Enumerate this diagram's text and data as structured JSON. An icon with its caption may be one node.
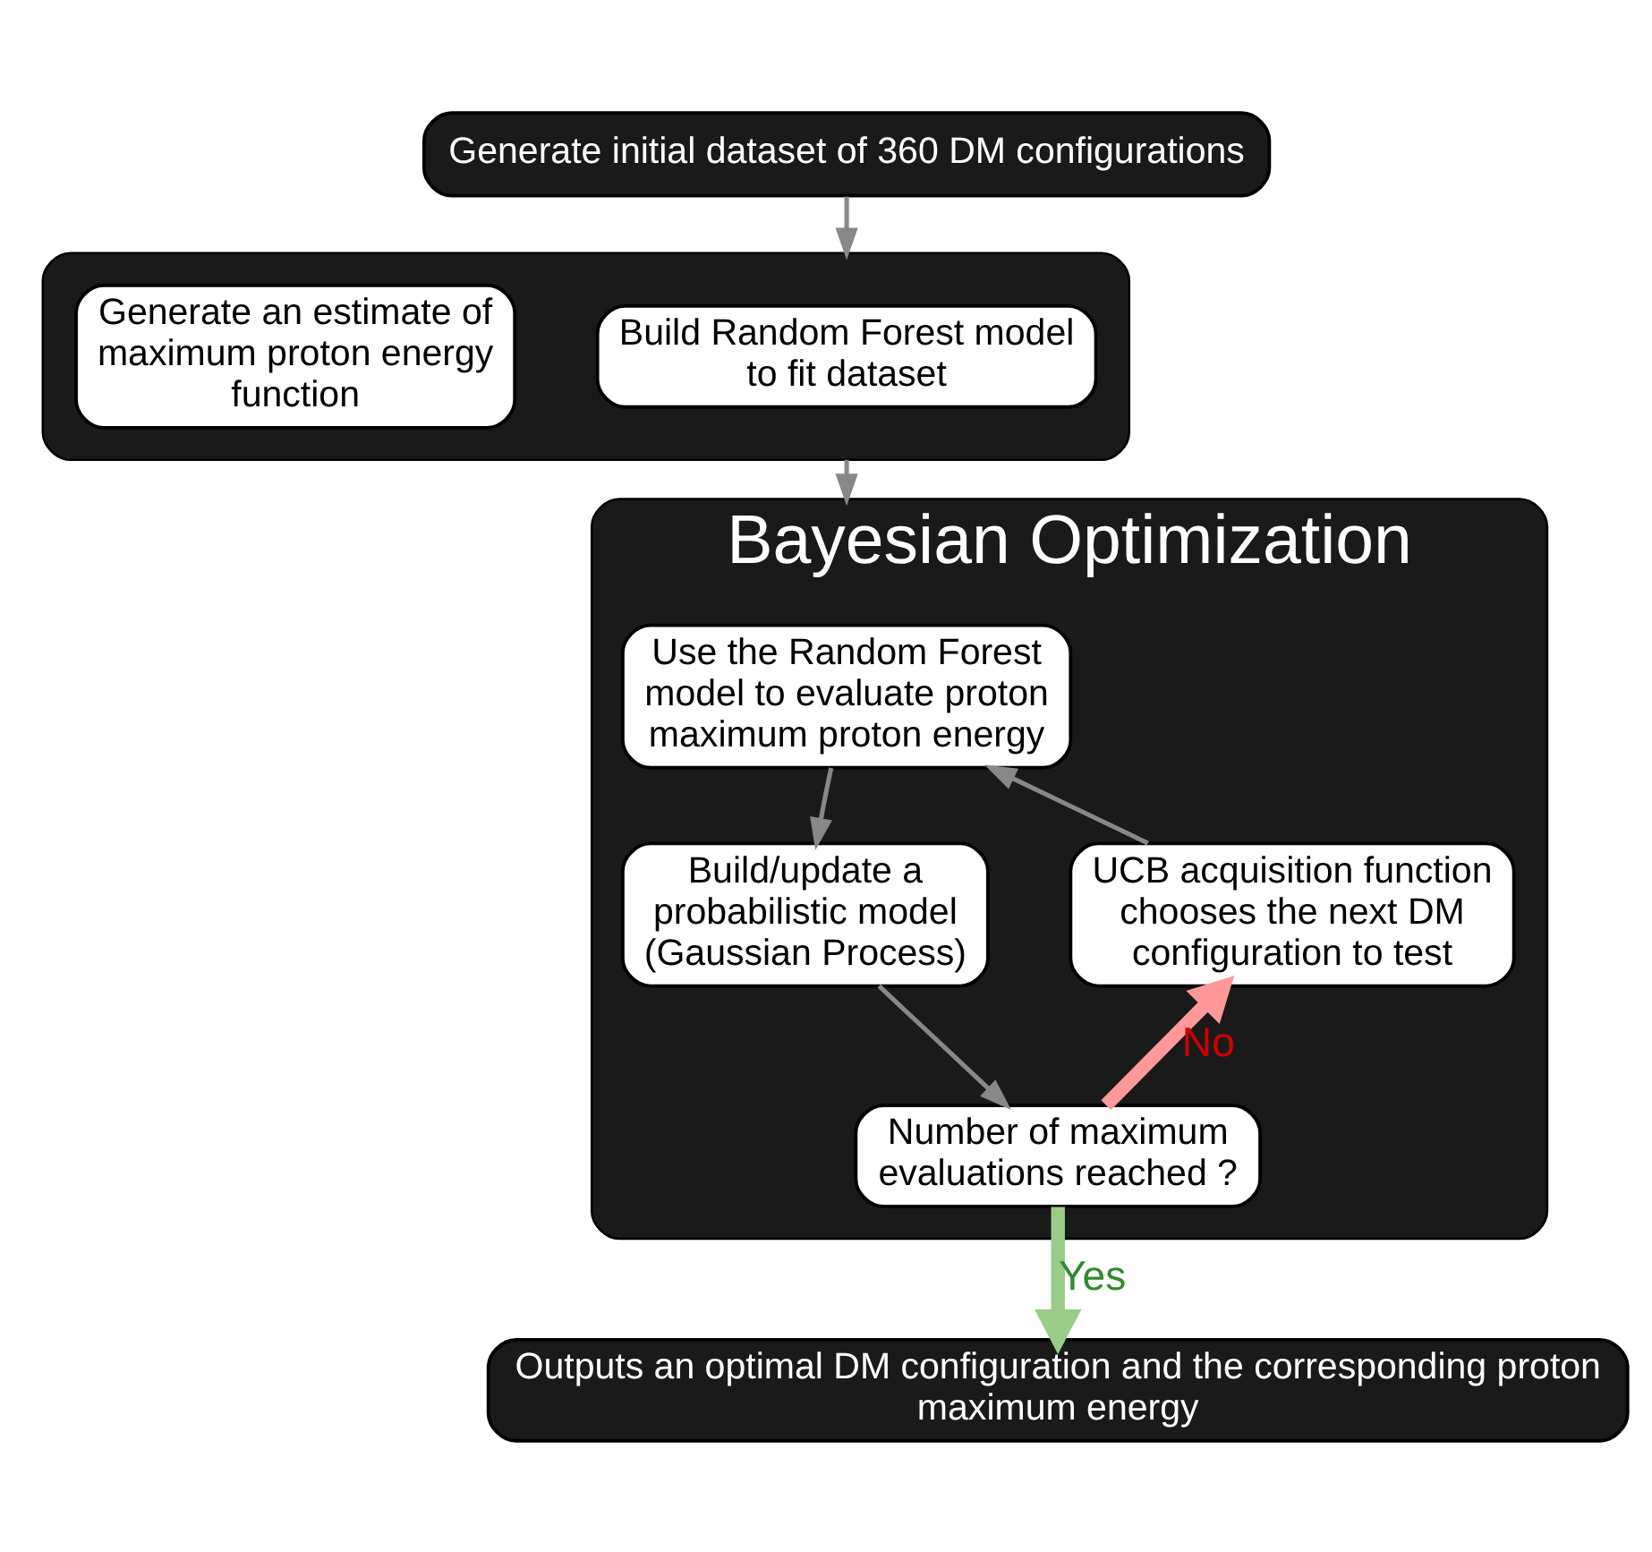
{
  "diagram": {
    "nodes": [
      {
        "text": [
          "Generate initial dataset of 360 DM configurations"
        ]
      },
      {
        "text": [],
        "shape": "box"
      },
      {
        "text": [
          "Build Random Forest model to fit dataset"
        ],
        "in": 1
      },
      {
        "text": [
          "Generate an estimate of maximum proton energy function"
        ],
        "in": 1
      },
      {
        "text": [
          "Bayesian Optimization"
        ]
      },
      {
        "text": [
          "Use the Random Forest model to evaluate proton maximum proton energy"
        ],
        "in": 4
      },
      {
        "text": [
          "Build/update a probabilistic model (Gaussian Process)"
        ],
        "in": 4
      },
      {
        "text": [
          "Number of maximum evaluations reached ?"
        ],
        "in": 4
      },
      {
        "text": [
          "UCB acquisition function chooses the next DM configuration to test"
        ],
        "in": 4
      },
      {
        "text": [
          "Outputs an optimal DM configuration and the corresponding proton maximum energy"
        ]
      }
    ],
    "edges": [
      {
        "from": 0,
        "to": 1,
        "arrow": "to"
      },
      {
        "from": 1,
        "to": 4,
        "arrow": "to"
      },
      {
        "from": 5,
        "to": 6,
        "arrow": "to"
      },
      {
        "from": 6,
        "to": 7,
        "arrow": "to"
      },
      {
        "from": 7,
        "to": 8,
        "arrow": "to",
        "label": "No",
        "style": "thick",
        "color": "#ff9999"
      },
      {
        "from": 8,
        "to": 5,
        "arrow": "to"
      },
      {
        "from": 7,
        "to": 9,
        "arrow": "to",
        "label": "Yes",
        "style": "thick",
        "color": "#99cc88"
      }
    ]
  }
}
